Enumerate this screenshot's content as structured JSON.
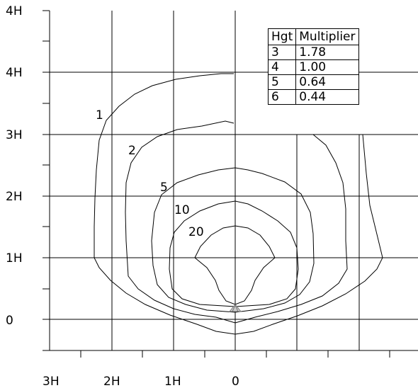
{
  "y_axis_labels": [
    "4H",
    "4H",
    "3H",
    "2H",
    "1H",
    "0"
  ],
  "x_axis_labels": [
    "3H",
    "2H",
    "1H",
    "0"
  ],
  "contour_labels": [
    "1",
    "2",
    "5",
    "10",
    "20"
  ],
  "table": {
    "headers": [
      "Hgt",
      "Multiplier"
    ],
    "rows": [
      [
        "3",
        "1.78"
      ],
      [
        "4",
        "1.00"
      ],
      [
        "5",
        "0.64"
      ],
      [
        "6",
        "0.44"
      ]
    ]
  },
  "colors": {
    "line": "#000000",
    "background": "#ffffff",
    "source_marker": "#999999"
  }
}
